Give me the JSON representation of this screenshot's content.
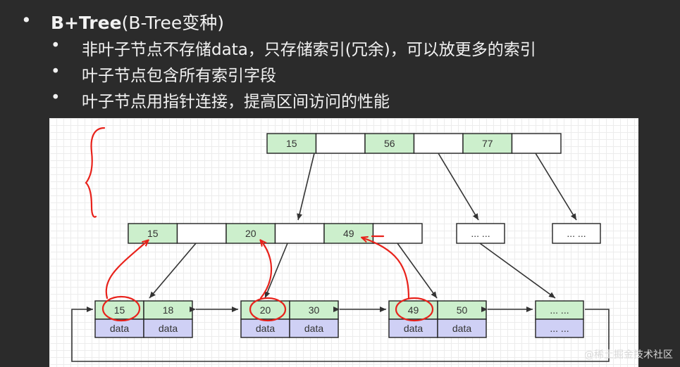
{
  "bullets": {
    "main_bold": "B+Tree",
    "main_rest": "(B-Tree变种)",
    "sub": [
      "非叶子节点不存储data，只存储索引(冗余)，可以放更多的索引",
      "叶子节点包含所有索引字段",
      "叶子节点用指针连接，提高区间访问的性能"
    ]
  },
  "tree": {
    "root": [
      "15",
      "",
      "56",
      "",
      "77",
      ""
    ],
    "level2": [
      "15",
      "",
      "20",
      "",
      "49",
      ""
    ],
    "ellipsis": "... ...",
    "leaves": [
      {
        "keys": [
          "15",
          "18"
        ],
        "data": [
          "data",
          "data"
        ]
      },
      {
        "keys": [
          "20",
          "30"
        ],
        "data": [
          "data",
          "data"
        ]
      },
      {
        "keys": [
          "49",
          "50"
        ],
        "data": [
          "data",
          "data"
        ]
      },
      {
        "keys": [
          "... ..."
        ],
        "data": [
          "... ..."
        ]
      }
    ]
  },
  "colors": {
    "key_cell": "#ccefcc",
    "data_cell": "#cfd0f5",
    "annotation": "#e8221b"
  },
  "watermark": "@稀土掘金技术社区"
}
